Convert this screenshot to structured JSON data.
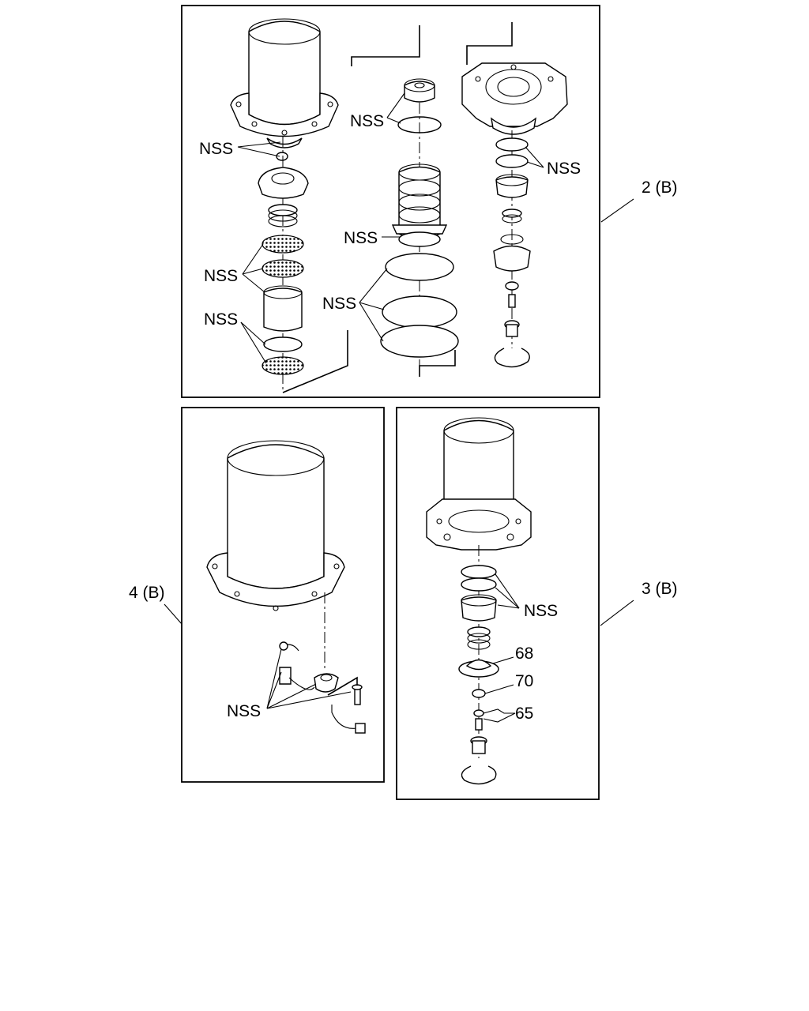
{
  "callouts": {
    "panel_top": {
      "label_cup_nss": "NSS",
      "label_nss_upper_left": "NSS",
      "label_nss_right": "NSS",
      "label_nss_mid": "NSS",
      "label_nss_left_screens": "NSS",
      "label_nss_rings": "NSS",
      "label_nss_lower_left": "NSS",
      "ref": "2 (B)"
    },
    "panel_bottom_left": {
      "label_nss": "NSS",
      "ref": "4 (B)"
    },
    "panel_bottom_right": {
      "label_nss": "NSS",
      "item_68": "68",
      "item_70": "70",
      "item_65": "65",
      "ref": "3 (B)"
    }
  }
}
